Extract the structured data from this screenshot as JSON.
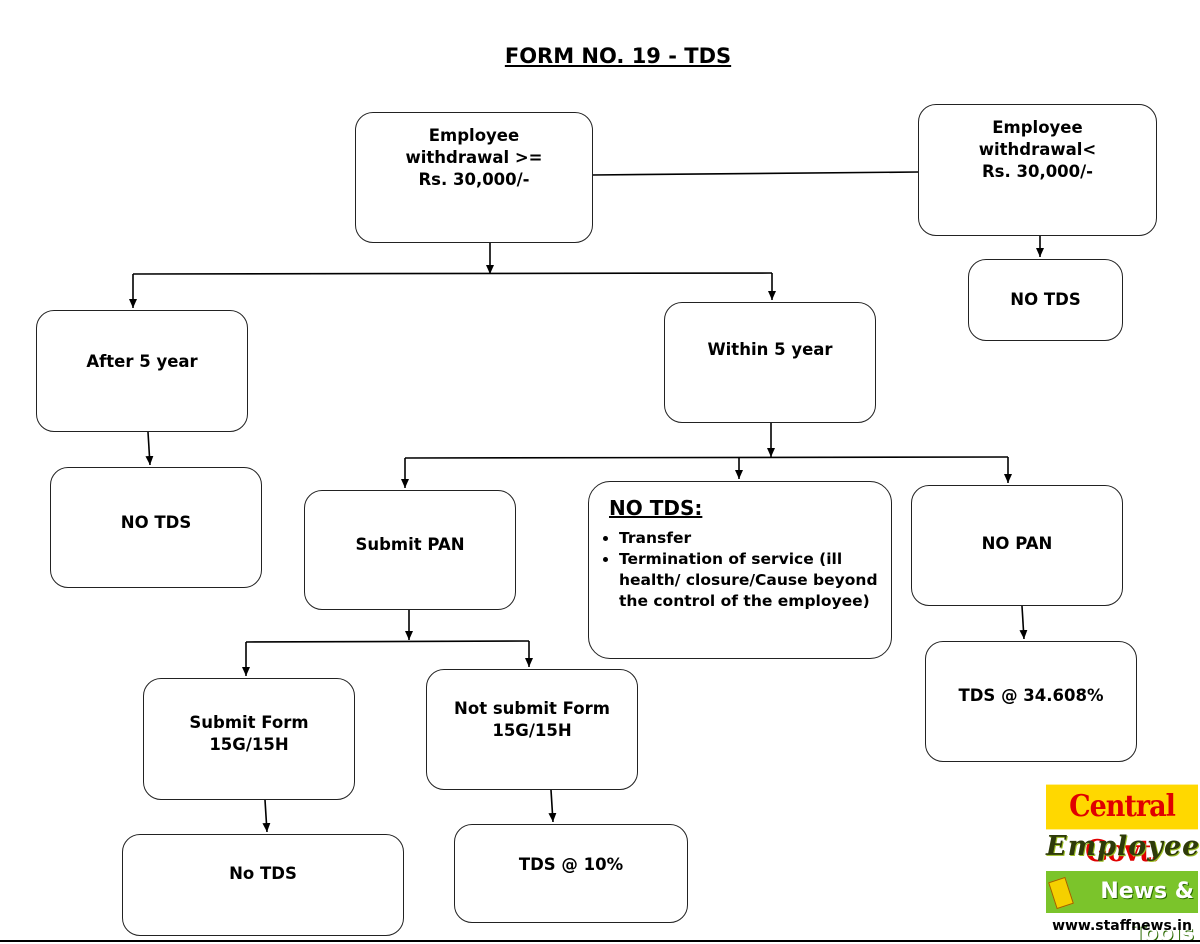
{
  "title": "FORM NO. 19 - TDS",
  "nodes": {
    "withdrawal_high": "Employee\nwithdrawal >=\nRs. 30,000/-",
    "withdrawal_low": "Employee\nwithdrawal<\nRs. 30,000/-",
    "no_tds_low": "NO TDS",
    "after_5_year": "After 5 year",
    "within_5_year": "Within 5 year",
    "no_tds_after": "NO TDS",
    "submit_pan": "Submit PAN",
    "no_pan": "NO PAN",
    "tds_34": "TDS @ 34.608%",
    "submit_form": "Submit Form\n15G/15H",
    "not_submit_form": "Not submit Form\n15G/15H",
    "no_tds_form": "No TDS",
    "tds_10": "TDS @ 10%"
  },
  "no_tds_note": {
    "heading": "NO TDS:",
    "items": [
      "Transfer",
      "Termination of service (ill health/ closure/Cause beyond the control of the employee)"
    ]
  },
  "logo": {
    "line1": "Central Govt.",
    "line2": "EmployeeS",
    "line3": "News & Tools",
    "url": "www.staffnews.in",
    "colors": {
      "yellow": "#ffd800",
      "red": "#e00000",
      "green": "#7bc42b"
    }
  }
}
